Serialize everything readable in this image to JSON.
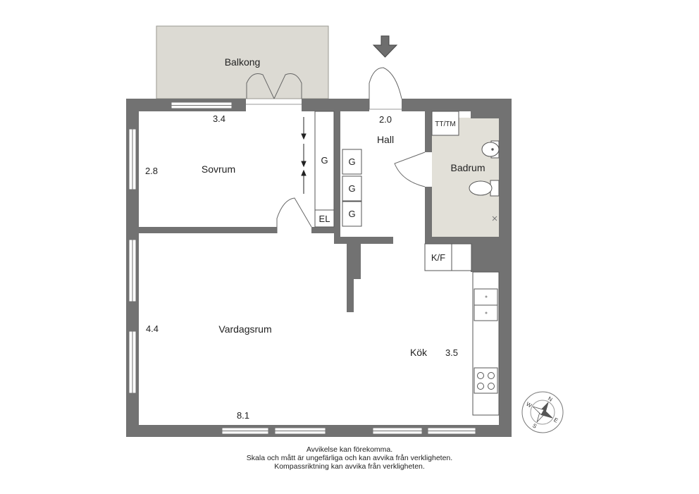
{
  "rooms": {
    "balkong": "Balkong",
    "sovrum": "Sovrum",
    "hall": "Hall",
    "badrum": "Badrum",
    "vardagsrum": "Vardagsrum",
    "kok": "Kök"
  },
  "dimensions": {
    "sovrum_width": "3.4",
    "sovrum_depth": "2.8",
    "hall_width": "2.0",
    "vardagsrum_depth": "4.4",
    "vardagsrum_width": "8.1",
    "kok_width": "3.5"
  },
  "fixtures": {
    "wardrobe": "G",
    "electric": "EL",
    "washer_dryer": "TT/TM",
    "fridge_freezer": "K/F"
  },
  "compass": {
    "n": "N",
    "e": "E",
    "s": "S",
    "w": "W"
  },
  "disclaimer": [
    "Avvikelse kan förekomma.",
    "Skala och mått är ungefärliga och kan avvika från verkligheten.",
    "Kompassriktning kan avvika från verkligheten."
  ],
  "colors": {
    "wall": "#727272",
    "balcony": "#dcdad3",
    "bathroom": "#e2e0d8"
  }
}
